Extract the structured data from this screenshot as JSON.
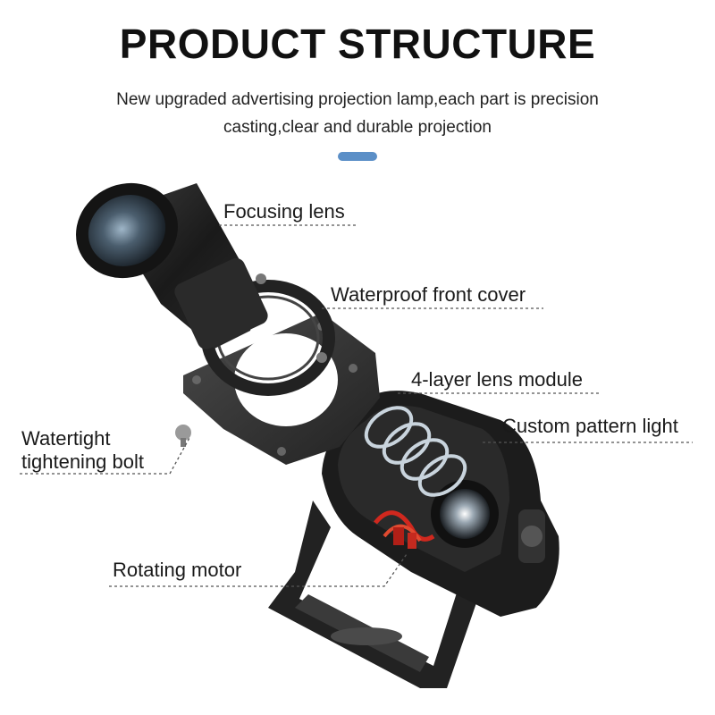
{
  "header": {
    "title": "PRODUCT STRUCTURE",
    "subtitle": "New upgraded advertising projection lamp,each part is precision casting,clear and durable projection"
  },
  "callouts": {
    "focusing_lens": "Focusing lens",
    "waterproof_front_cover": "Waterproof front cover",
    "lens_module": "4-layer lens module",
    "custom_pattern_light": "Custom pattern light",
    "watertight_bolt_line1": "Watertight",
    "watertight_bolt_line2": "tightening bolt",
    "rotating_motor": "Rotating motor"
  },
  "colors": {
    "accent": "#5b8fc7",
    "leader_line": "#555555",
    "metal_dark": "#1c1c1c",
    "metal_mid": "#3a3a3a",
    "wire_red": "#d0281e"
  }
}
